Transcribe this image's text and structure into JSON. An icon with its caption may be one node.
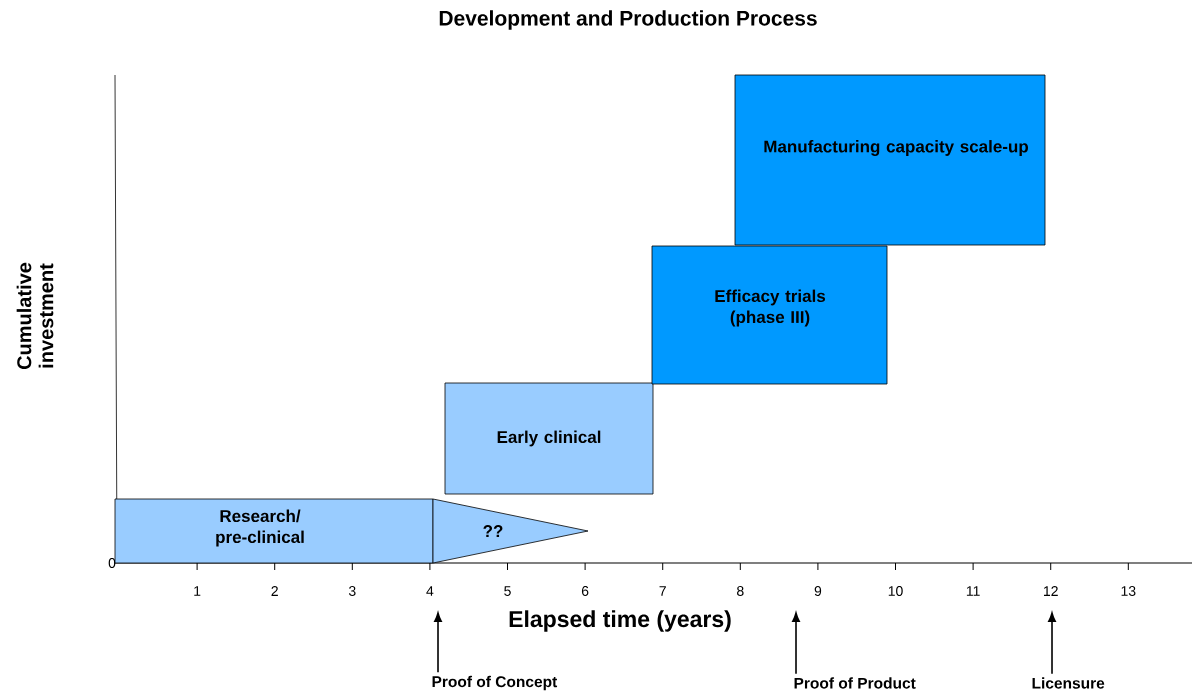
{
  "diagram": {
    "title": "Development and Production Process",
    "nodes": [
      {
        "text": [
          "Research/ pre-clinical"
        ]
      },
      {
        "text": [
          "??"
        ]
      },
      {
        "text": [
          "Early clinical"
        ]
      },
      {
        "text": [
          "Efficacy trials (phase III)"
        ]
      },
      {
        "text": [
          "Manufacturing capacity scale-up"
        ]
      },
      {
        "text": [
          "Proof of Concept"
        ]
      },
      {
        "text": [
          "Proof of Product"
        ]
      },
      {
        "text": [
          "Licensure"
        ]
      }
    ],
    "edges": [
      {
        "from": 5,
        "to": null,
        "arrow": "to"
      },
      {
        "from": 6,
        "to": null,
        "arrow": "to"
      },
      {
        "from": 7,
        "to": null,
        "arrow": "to"
      }
    ],
    "labels": [
      "0",
      "1",
      "2",
      "3",
      "4",
      "5",
      "6",
      "7",
      "8",
      "9",
      "10",
      "11",
      "12",
      "13",
      "Elapsed time (years)",
      "Cumulative investment"
    ]
  }
}
